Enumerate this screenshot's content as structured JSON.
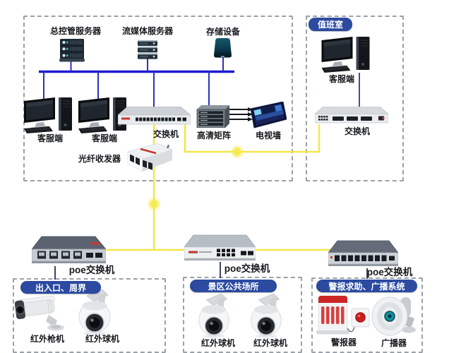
{
  "diagram": {
    "control_room": {
      "top_devices": [
        {
          "label": "总控管服务器"
        },
        {
          "label": "流媒体服务器"
        },
        {
          "label": "存储设备"
        }
      ],
      "clients": [
        {
          "label": "客服端"
        },
        {
          "label": "客服端"
        }
      ],
      "switch_label": "交换机",
      "matrix_label": "高清矩阵",
      "tv_wall_label": "电视墙",
      "fiber_label": "光纤收发器"
    },
    "duty_room": {
      "title": "值班室",
      "client_label": "客服端",
      "switch_label": "交换机"
    },
    "access_layer": {
      "poe_switches": [
        {
          "label": "poe交换机"
        },
        {
          "label": "poe交换机"
        },
        {
          "label": "poe交换机"
        }
      ]
    },
    "zones": [
      {
        "title": "出入口、周界",
        "devices": [
          {
            "label": "红外枪机"
          },
          {
            "label": "红外球机"
          }
        ]
      },
      {
        "title": "景区公共场所",
        "devices": [
          {
            "label": "红外球机"
          },
          {
            "label": "红外球机"
          }
        ]
      },
      {
        "title": "警报求助、广播系统",
        "devices": [
          {
            "label": "警报器"
          },
          {
            "label": "广播器"
          }
        ]
      }
    ],
    "colors": {
      "lan_bus": "#1b1ccd",
      "lan_branch": "#2e2fc0",
      "fiber_link": "#f3e64a",
      "duty_link": "#474c8e",
      "zone_badge": "#2b4aa0",
      "dashed_border": "#9aa1a9"
    }
  }
}
